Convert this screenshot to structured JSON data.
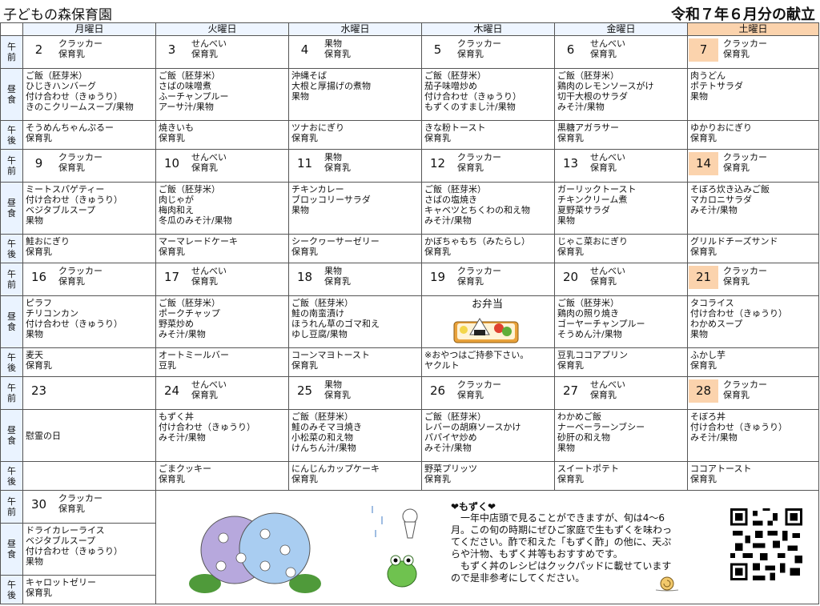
{
  "header": {
    "nursery": "子どもの森保育園",
    "title": "令和７年６月分の献立"
  },
  "labels": {
    "snack_am": "午\n前",
    "lunch": "昼\n食",
    "snack_pm": "午\n後"
  },
  "days": [
    "月曜日",
    "火曜日",
    "水曜日",
    "木曜日",
    "金曜日",
    "土曜日"
  ],
  "weeks": [
    {
      "dates": [
        "2",
        "3",
        "4",
        "5",
        "6",
        "7"
      ],
      "am": [
        "クラッカー\n保育乳",
        "せんべい\n保育乳",
        "果物\n保育乳",
        "クラッカー\n保育乳",
        "せんべい\n保育乳",
        "クラッカー\n保育乳"
      ],
      "lunch": [
        "ご飯（胚芽米）\nひじきハンバーグ\n付け合わせ（きゅうり）\nきのこクリームスープ/果物",
        "ご飯（胚芽米）\nさばの味噌煮\nふーチャンプルー\nアーサ汁/果物",
        "沖縄そば\n大根と厚揚げの煮物\n果物",
        "ご飯（胚芽米）\n茄子味噌炒め\n付け合わせ（きゅうり）\nもずくのすまし汁/果物",
        "ご飯（胚芽米）\n鶏肉のレモンソースがけ\n切干大根のサラダ\nみそ汁/果物",
        "肉うどん\nポテトサラダ\n果物"
      ],
      "pm": [
        "そうめんちゃんぷるー\n保育乳",
        "焼きいも\n保育乳",
        "ツナおにぎり\n保育乳",
        "きな粉トースト\n保育乳",
        "黒糖アガラサー\n保育乳",
        "ゆかりおにぎり\n保育乳"
      ]
    },
    {
      "dates": [
        "9",
        "10",
        "11",
        "12",
        "13",
        "14"
      ],
      "am": [
        "クラッカー\n保育乳",
        "せんべい\n保育乳",
        "果物\n保育乳",
        "クラッカー\n保育乳",
        "せんべい\n保育乳",
        "クラッカー\n保育乳"
      ],
      "lunch": [
        "ミートスパゲティー\n付け合わせ（きゅうり）\nベジタブルスープ\n果物",
        "ご飯（胚芽米）\n肉じゃが\n梅肉和え\n冬瓜のみそ汁/果物",
        "チキンカレー\nブロッコリーサラダ\n果物",
        "ご飯（胚芽米）\nさばの塩焼き\nキャベツとちくわの和え物\nみそ汁/果物",
        "ガーリックトースト\nチキンクリーム煮\n夏野菜サラダ\n果物",
        "そぼろ炊き込みご飯\nマカロニサラダ\nみそ汁/果物"
      ],
      "pm": [
        "鮭おにぎり\n保育乳",
        "マーマレードケーキ\n保育乳",
        "シークヮーサーゼリー\n保育乳",
        "かぼちゃもち（みたらし）\n保育乳",
        "じゃこ菜おにぎり\n保育乳",
        "グリルドチーズサンド\n保育乳"
      ]
    },
    {
      "dates": [
        "16",
        "17",
        "18",
        "19",
        "20",
        "21"
      ],
      "am": [
        "クラッカー\n保育乳",
        "せんべい\n保育乳",
        "果物\n保育乳",
        "クラッカー\n保育乳",
        "せんべい\n保育乳",
        "クラッカー\n保育乳"
      ],
      "lunch": [
        "ピラフ\nチリコンカン\n付け合わせ（きゅうり）\n果物",
        "ご飯（胚芽米）\nポークチャップ\n野菜炒め\nみそ汁/果物",
        "ご飯（胚芽米）\n鮭の南蛮漬け\nほうれん草のゴマ和え\nゆし豆腐/果物",
        "お弁当",
        "ご飯（胚芽米）\n鶏肉の照り焼き\nゴーヤーチャンプルー\nそうめん汁/果物",
        "タコライス\n付け合わせ（きゅうり）\nわかめスープ\n果物"
      ],
      "pm": [
        "麦天\n保育乳",
        "オートミールバー\n豆乳",
        "コーンマヨトースト\n保育乳",
        "※おやつはご持参下さい。\nヤクルト",
        "豆乳ココアプリン\n保育乳",
        "ふかし芋\n保育乳"
      ]
    },
    {
      "dates": [
        "23",
        "24",
        "25",
        "26",
        "27",
        "28"
      ],
      "am": [
        "",
        "せんべい\n保育乳",
        "果物\n保育乳",
        "クラッカー\n保育乳",
        "せんべい\n保育乳",
        "クラッカー\n保育乳"
      ],
      "lunch": [
        "慰霊の日",
        "もずく丼\n付け合わせ（きゅうり）\nみそ汁/果物",
        "ご飯（胚芽米）\n鮭のみそマヨ焼き\n小松菜の和え物\nけんちん汁/果物",
        "ご飯（胚芽米）\nレバーの胡麻ソースかけ\nパパイヤ炒め\nみそ汁/果物",
        "わかめご飯\nナーベーラーンブシー\n砂肝の和え物\n果物",
        "そぼろ丼\n付け合わせ（きゅうり）\nみそ汁/果物"
      ],
      "pm": [
        "",
        "ごまクッキー\n保育乳",
        "にんじんカップケーキ\n保育乳",
        "野菜プリッツ\n保育乳",
        "スイートポテト\n保育乳",
        "ココアトースト\n保育乳"
      ]
    }
  ],
  "last_week": {
    "date": "30",
    "am": "クラッカー\n保育乳",
    "lunch": "ドライカレーライス\nベジタブルスープ\n付け合わせ（きゅうり）\n果物",
    "pm": "キャロットゼリー\n保育乳"
  },
  "note": {
    "title": "❤もずく❤",
    "body": "　一年中店頭で見ることができますが、旬は4～6\n月。この旬の時期にぜひご家庭で生もずくを味わっ\nてください。酢で和えた「もずく酢」の他に、天ぷ\nらや汁物、もずく丼等もおすすめです。\n　もずく丼のレシピはクックパッドに載せています\nので是非参考にしてください。"
  }
}
